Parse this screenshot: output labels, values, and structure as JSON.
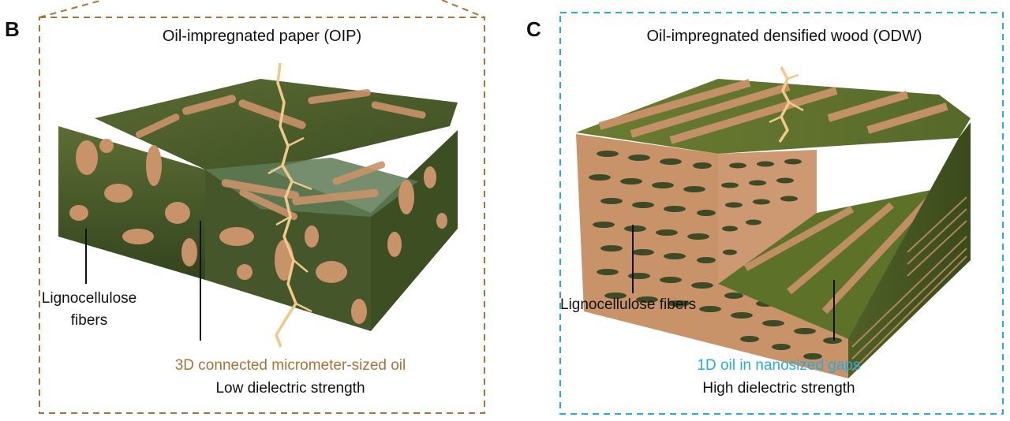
{
  "panels": {
    "b": {
      "letter": "B",
      "title": "Oil-impregnated paper (OIP)",
      "fiber_label_line1": "Lignocellulose",
      "fiber_label_line2": "fibers",
      "oil_label": "3D connected micrometer-sized oil",
      "strength_label": "Low dielectric strength",
      "frame_color": "#a8733a",
      "oil_label_color": "#a8733a"
    },
    "c": {
      "letter": "C",
      "title": "Oil-impregnated densified wood (ODW)",
      "fiber_label": "Lignocellulose fibers",
      "oil_label": "1D oil in nanosized gaps",
      "strength_label": "High dielectric strength",
      "frame_color": "#27aae1",
      "oil_label_color": "#27aae1"
    }
  },
  "colors": {
    "wood": "#c9936a",
    "oil_green": "#4f6b2c",
    "crack": "#f0c98a"
  }
}
